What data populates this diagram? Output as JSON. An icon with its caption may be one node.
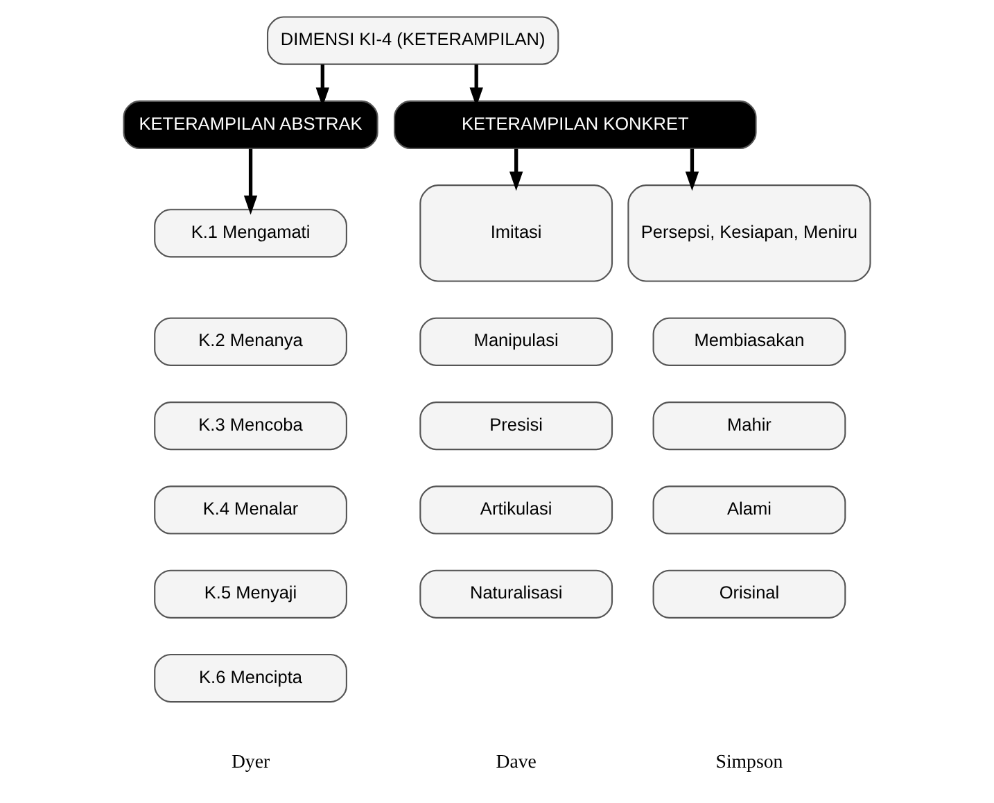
{
  "diagram": {
    "nodes": [
      {
        "text": [
          "DIMENSI KI-4 (KETERAMPILAN)"
        ]
      },
      {
        "text": [
          "KETERAMPILAN ABSTRAK"
        ]
      },
      {
        "text": [
          "KETERAMPILAN KONKRET"
        ]
      },
      {
        "text": [
          "K.1 Mengamati"
        ]
      },
      {
        "text": [
          "K.2 Menanya"
        ]
      },
      {
        "text": [
          "K.3 Mencoba"
        ]
      },
      {
        "text": [
          "K.4 Menalar"
        ]
      },
      {
        "text": [
          "K.5 Menyaji"
        ]
      },
      {
        "text": [
          "K.6 Mencipta"
        ]
      },
      {
        "text": [
          "Imitasi"
        ]
      },
      {
        "text": [
          "Manipulasi"
        ]
      },
      {
        "text": [
          "Presisi"
        ]
      },
      {
        "text": [
          "Artikulasi"
        ]
      },
      {
        "text": [
          "Naturalisasi"
        ]
      },
      {
        "text": [
          "Persepsi, Kesiapan, Meniru"
        ]
      },
      {
        "text": [
          "Membiasakan"
        ]
      },
      {
        "text": [
          "Mahir"
        ]
      },
      {
        "text": [
          "Alami"
        ]
      },
      {
        "text": [
          "Orisinal"
        ]
      }
    ],
    "edges": [
      {
        "from": 0,
        "to": 1,
        "arrow": "to"
      },
      {
        "from": 0,
        "to": 2,
        "arrow": "to"
      },
      {
        "from": 1,
        "to": 3,
        "arrow": "to"
      },
      {
        "from": 2,
        "to": 9,
        "arrow": "to"
      },
      {
        "from": 2,
        "to": 14,
        "arrow": "to"
      }
    ],
    "labels": [
      "Dyer",
      "Dave",
      "Simpson"
    ]
  }
}
